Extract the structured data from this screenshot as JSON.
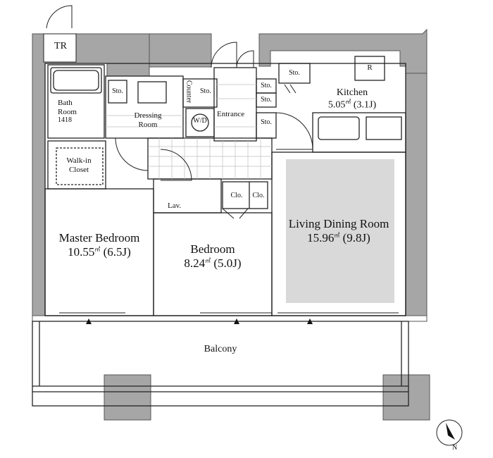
{
  "rooms": {
    "tr": "TR",
    "bath": {
      "line1": "Bath",
      "line2": "Room",
      "size": "1418"
    },
    "walkin": {
      "line1": "Walk-in",
      "line2": "Closet"
    },
    "dressing": {
      "line1": "Dressing",
      "line2": "Room"
    },
    "wd": "W/D",
    "counter": "Counter",
    "entrance": "Entrance",
    "kitchen": {
      "name": "Kitchen",
      "area": "5.05",
      "jo": "(3.1J)"
    },
    "refrigerator": "R",
    "lav": "Lav.",
    "clo": "Clo.",
    "master": {
      "name": "Master Bedroom",
      "area": "10.55",
      "jo": "(6.5J)"
    },
    "bedroom": {
      "name": "Bedroom",
      "area": "8.24",
      "jo": "(5.0J)"
    },
    "ldr": {
      "name": "Living Dining Room",
      "area": "15.96",
      "jo": "(9.8J)"
    },
    "balcony": "Balcony",
    "storage": "Sto.",
    "area_unit": "㎡"
  },
  "compass": {
    "letter": "N"
  },
  "colors": {
    "wall": "#a6a6a6",
    "line": "#222222",
    "floor_area": "#d9d9d9",
    "tile": "#bfbfbf"
  }
}
